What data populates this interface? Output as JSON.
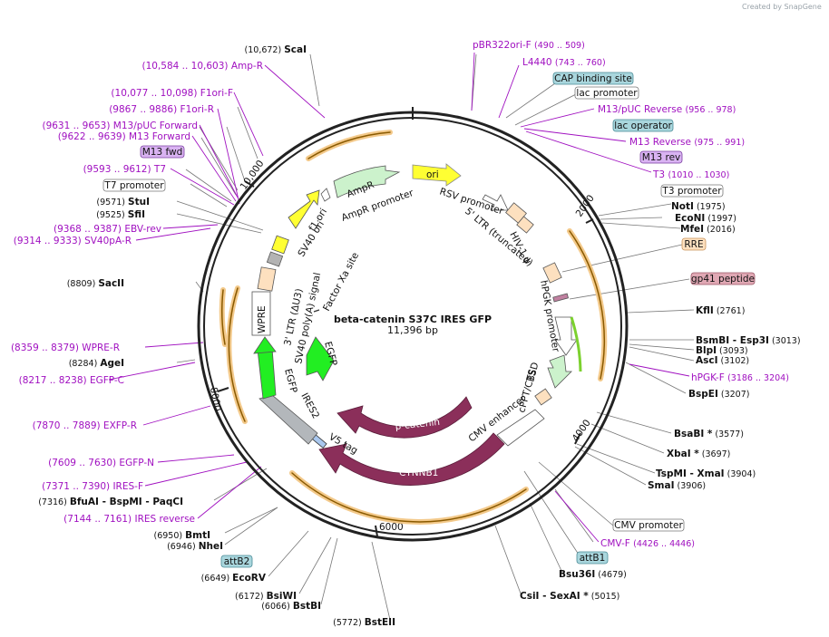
{
  "brand": "Created by  SnapGene",
  "plasmid": {
    "name": "beta-catenin S37C IRES GFP",
    "length": "11,396 bp"
  },
  "ticks": [
    "2000",
    "4000",
    "6000",
    "8000",
    "10,000"
  ],
  "labels": [
    {
      "id": "scai",
      "parts": [
        [
          "pos",
          "(10,672)  "
        ],
        [
          "enz",
          "ScaI"
        ]
      ]
    },
    {
      "id": "ampr-r",
      "parts": [
        [
          "pr",
          "(10,584 .. 10,603)  Amp-R"
        ]
      ]
    },
    {
      "id": "f1ori-f",
      "parts": [
        [
          "pr",
          "(10,077 .. 10,098)  F1ori-F"
        ]
      ]
    },
    {
      "id": "f1ori-r",
      "parts": [
        [
          "pr",
          "(9867 .. 9886)  F1ori-R"
        ]
      ]
    },
    {
      "id": "m13puc-fwd",
      "parts": [
        [
          "pr",
          "(9631 .. 9653)  M13/pUC Forward"
        ]
      ]
    },
    {
      "id": "m13-fwd",
      "parts": [
        [
          "pr",
          "(9622 .. 9639)  M13 Forward"
        ]
      ]
    },
    {
      "id": "t7",
      "parts": [
        [
          "pr",
          "(9593 .. 9612)  T7"
        ]
      ]
    },
    {
      "id": "stui",
      "parts": [
        [
          "pos",
          "(9571)  "
        ],
        [
          "enz",
          "StuI"
        ]
      ]
    },
    {
      "id": "sfii",
      "parts": [
        [
          "pos",
          "(9525)  "
        ],
        [
          "enz",
          "SfiI"
        ]
      ]
    },
    {
      "id": "ebv-rev",
      "parts": [
        [
          "pr",
          "(9368 .. 9387)  EBV-rev"
        ]
      ]
    },
    {
      "id": "sv40pa-r",
      "parts": [
        [
          "pr",
          "(9314 .. 9333)  SV40pA-R"
        ]
      ]
    },
    {
      "id": "sacii",
      "parts": [
        [
          "pos",
          "(8809)  "
        ],
        [
          "enz",
          "SacII"
        ]
      ]
    },
    {
      "id": "wpre-r",
      "parts": [
        [
          "pr",
          "(8359 .. 8379)  WPRE-R"
        ]
      ]
    },
    {
      "id": "agei",
      "parts": [
        [
          "pos",
          "(8284)  "
        ],
        [
          "enz",
          "AgeI"
        ]
      ]
    },
    {
      "id": "egfp-c",
      "parts": [
        [
          "pr",
          "(8217 .. 8238)  EGFP-C"
        ]
      ]
    },
    {
      "id": "exfp-r",
      "parts": [
        [
          "pr",
          "(7870 .. 7889)  EXFP-R"
        ]
      ]
    },
    {
      "id": "egfp-n",
      "parts": [
        [
          "pr",
          "(7609 .. 7630)  EGFP-N"
        ]
      ]
    },
    {
      "id": "ires-f",
      "parts": [
        [
          "pr",
          "(7371 .. 7390)  IRES-F"
        ]
      ]
    },
    {
      "id": "bfuai",
      "parts": [
        [
          "pos",
          "(7316)  "
        ],
        [
          "enz",
          "BfuAI  - BspMI  - PaqCI"
        ]
      ]
    },
    {
      "id": "ires-rev",
      "parts": [
        [
          "pr",
          "(7144 .. 7161)  IRES reverse"
        ]
      ]
    },
    {
      "id": "bmti",
      "parts": [
        [
          "pos",
          "(6950)  "
        ],
        [
          "enz",
          "BmtI"
        ]
      ]
    },
    {
      "id": "nhei",
      "parts": [
        [
          "pos",
          "(6946)  "
        ],
        [
          "enz",
          "NheI"
        ]
      ]
    },
    {
      "id": "ecorv",
      "parts": [
        [
          "pos",
          "(6649)  "
        ],
        [
          "enz",
          "EcoRV"
        ]
      ]
    },
    {
      "id": "bsiwi",
      "parts": [
        [
          "pos",
          "(6172)  "
        ],
        [
          "enz",
          "BsiWI"
        ]
      ]
    },
    {
      "id": "bstbi",
      "parts": [
        [
          "pos",
          "(6066)  "
        ],
        [
          "enz",
          "BstBI"
        ]
      ]
    },
    {
      "id": "bsteii",
      "parts": [
        [
          "pos",
          "(5772)  "
        ],
        [
          "enz",
          "BstEII"
        ]
      ]
    },
    {
      "id": "pbr322",
      "parts": [
        [
          "pr",
          "pBR322ori-F    "
        ],
        [
          "pr pos",
          "(490 .. 509)"
        ]
      ]
    },
    {
      "id": "l4440",
      "parts": [
        [
          "pr",
          "L4440    "
        ],
        [
          "pr pos",
          "(743 .. 760)"
        ]
      ]
    },
    {
      "id": "m13puc-rev",
      "parts": [
        [
          "pr",
          "M13/pUC Reverse    "
        ],
        [
          "pr pos",
          "(956 .. 978)"
        ]
      ]
    },
    {
      "id": "m13-rev-p",
      "parts": [
        [
          "pr",
          "M13 Reverse    "
        ],
        [
          "pr pos",
          "(975 .. 991)"
        ]
      ]
    },
    {
      "id": "t3",
      "parts": [
        [
          "pr",
          "T3    "
        ],
        [
          "pr pos",
          "(1010 .. 1030)"
        ]
      ]
    },
    {
      "id": "noti",
      "parts": [
        [
          "enz",
          "NotI"
        ],
        [
          "pos",
          "   (1975)"
        ]
      ]
    },
    {
      "id": "econi",
      "parts": [
        [
          "enz",
          "EcoNI"
        ],
        [
          "pos",
          "   (1997)"
        ]
      ]
    },
    {
      "id": "mfei",
      "parts": [
        [
          "enz",
          "MfeI"
        ],
        [
          "pos",
          "   (2016)"
        ]
      ]
    },
    {
      "id": "kfli",
      "parts": [
        [
          "enz",
          "KflI"
        ],
        [
          "pos",
          "   (2761)"
        ]
      ]
    },
    {
      "id": "bsmbi",
      "parts": [
        [
          "enz",
          "BsmBI   - Esp3I"
        ],
        [
          "pos",
          "   (3013)"
        ]
      ]
    },
    {
      "id": "blpi",
      "parts": [
        [
          "enz",
          "BlpI"
        ],
        [
          "pos",
          "   (3093)"
        ]
      ]
    },
    {
      "id": "asci",
      "parts": [
        [
          "enz",
          "AscI"
        ],
        [
          "pos",
          "   (3102)"
        ]
      ]
    },
    {
      "id": "hpgk-f",
      "parts": [
        [
          "pr",
          "hPGK-F    "
        ],
        [
          "pr pos",
          "(3186 .. 3204)"
        ]
      ]
    },
    {
      "id": "bspei",
      "parts": [
        [
          "enz",
          "BspEI"
        ],
        [
          "pos",
          "   (3207)"
        ]
      ]
    },
    {
      "id": "bsabi",
      "parts": [
        [
          "enz",
          "BsaBI *"
        ],
        [
          "pos",
          "   (3577)"
        ]
      ]
    },
    {
      "id": "xbai",
      "parts": [
        [
          "enz",
          "XbaI *"
        ],
        [
          "pos",
          "   (3697)"
        ]
      ]
    },
    {
      "id": "tspmi",
      "parts": [
        [
          "enz",
          "TspMI   - XmaI"
        ],
        [
          "pos",
          "   (3904)"
        ]
      ]
    },
    {
      "id": "smai",
      "parts": [
        [
          "enz",
          "SmaI"
        ],
        [
          "pos",
          "   (3906)"
        ]
      ]
    },
    {
      "id": "cmv-f",
      "parts": [
        [
          "pr",
          "CMV-F    "
        ],
        [
          "pr pos",
          "(4426 .. 4446)"
        ]
      ]
    },
    {
      "id": "bsu36i",
      "parts": [
        [
          "enz",
          "Bsu36I"
        ],
        [
          "pos",
          "   (4679)"
        ]
      ]
    },
    {
      "id": "csii",
      "parts": [
        [
          "enz",
          "CsiI   - SexAI *"
        ],
        [
          "pos",
          "   (5015)"
        ]
      ]
    }
  ],
  "boxes": [
    {
      "id": "m13fwd-box",
      "text": "M13 fwd",
      "fill": "#d9b3f2",
      "stroke": "#7a3fa0"
    },
    {
      "id": "t7p-box",
      "text": "T7 promoter",
      "fill": "#ffffff",
      "stroke": "#777777"
    },
    {
      "id": "cap-box",
      "text": "CAP binding site",
      "fill": "#a9d6dd",
      "stroke": "#4a8a96"
    },
    {
      "id": "lacp-box",
      "text": "lac promoter",
      "fill": "#ffffff",
      "stroke": "#777777"
    },
    {
      "id": "laco-box",
      "text": "lac operator",
      "fill": "#a9d6dd",
      "stroke": "#4a8a96"
    },
    {
      "id": "m13rev-box",
      "text": "M13 rev",
      "fill": "#d9b3f2",
      "stroke": "#7a3fa0"
    },
    {
      "id": "t3p-box",
      "text": "T3 promoter",
      "fill": "#ffffff",
      "stroke": "#777777"
    },
    {
      "id": "rre-box",
      "text": "RRE",
      "fill": "#fde0bf",
      "stroke": "#c9935a"
    },
    {
      "id": "gp41-box",
      "text": "gp41 peptide",
      "fill": "#e0a8b4",
      "stroke": "#9a5565"
    },
    {
      "id": "cmvp-box",
      "text": "CMV promoter",
      "fill": "#ffffff",
      "stroke": "#777777"
    },
    {
      "id": "attb1-box",
      "text": "attB1",
      "fill": "#a9d6dd",
      "stroke": "#4a8a96"
    },
    {
      "id": "attb2-box",
      "text": "attB2",
      "fill": "#a9d6dd",
      "stroke": "#4a8a96"
    }
  ],
  "features": [
    {
      "id": "ori",
      "text": "ori"
    },
    {
      "id": "ampr",
      "text": "AmpR"
    },
    {
      "id": "ampr-promoter",
      "text": "AmpR promoter"
    },
    {
      "id": "f1-ori",
      "text": "f1 ori"
    },
    {
      "id": "sv40-ori",
      "text": "SV40 ori"
    },
    {
      "id": "rsv-promoter",
      "text": "RSV promoter"
    },
    {
      "id": "ltr5",
      "text": "5' LTR (truncated)"
    },
    {
      "id": "hiv-psi",
      "text": "HIV-1 ψ"
    },
    {
      "id": "hpgk",
      "text": "hPGK promoter"
    },
    {
      "id": "bsd",
      "text": "BSD"
    },
    {
      "id": "cppt",
      "text": "cPPT/CTS"
    },
    {
      "id": "cmv-enh",
      "text": "CMV enhancer"
    },
    {
      "id": "beta-cat",
      "text": "β-catenin"
    },
    {
      "id": "ctnnb1",
      "text": "CTNNB1"
    },
    {
      "id": "v5",
      "text": "V5 tag"
    },
    {
      "id": "ires2",
      "text": "IRES2"
    },
    {
      "id": "egfp-out",
      "text": "EGFP"
    },
    {
      "id": "egfp-in",
      "text": "EGFP"
    },
    {
      "id": "wpre",
      "text": "WPRE"
    },
    {
      "id": "ltr3",
      "text": "3' LTR (ΔU3)"
    },
    {
      "id": "sv40pa",
      "text": "SV40 poly(A) signal"
    },
    {
      "id": "fxa",
      "text": "Factor Xa site"
    }
  ]
}
